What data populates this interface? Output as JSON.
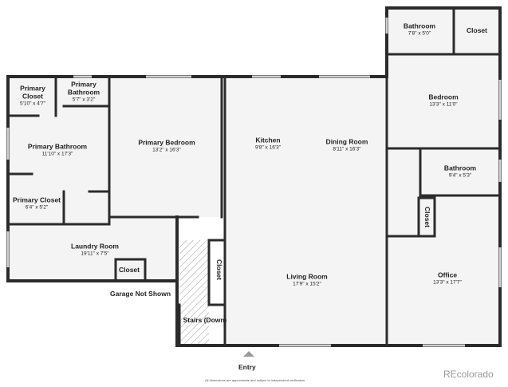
{
  "rooms": {
    "primary_closet_top": {
      "name": "Primary\nCloset",
      "dims": "5'10\" x 4'7\""
    },
    "primary_bathroom_small": {
      "name": "Primary\nBathroom",
      "dims": "5'7\" x 3'2\""
    },
    "primary_bathroom": {
      "name": "Primary Bathroom",
      "dims": "11'10\" x 17'3\""
    },
    "primary_closet": {
      "name": "Primary Closet",
      "dims": "6'4\" x 5'2\""
    },
    "primary_bedroom": {
      "name": "Primary Bedroom",
      "dims": "13'2\" x 16'3\""
    },
    "kitchen": {
      "name": "Kitchen",
      "dims": "9'8\" x 16'3\""
    },
    "dining_room": {
      "name": "Dining Room",
      "dims": "8'11\" x 16'3\""
    },
    "bathroom_top": {
      "name": "Bathroom",
      "dims": "7'8\" x 5'0\""
    },
    "closet_top": {
      "name": "Closet"
    },
    "bedroom": {
      "name": "Bedroom",
      "dims": "13'3\" x 11'0\""
    },
    "bathroom_mid": {
      "name": "Bathroom",
      "dims": "9'4\" x 5'3\""
    },
    "closet_vertical_right": {
      "name": "Closet"
    },
    "laundry_room": {
      "name": "Laundry Room",
      "dims": "19'11\" x 7'5\""
    },
    "closet_laundry": {
      "name": "Closet"
    },
    "closet_stairs": {
      "name": "Closet"
    },
    "stairs": {
      "name": "Stairs (Down)"
    },
    "living_room": {
      "name": "Living Room",
      "dims": "17'9\" x 15'2\""
    },
    "office": {
      "name": "Office",
      "dims": "13'3\" x 17'7\""
    }
  },
  "notes": {
    "garage": "Garage Not Shown",
    "entry": "Entry",
    "disclaimer": "All dimensions are approximate and subject to independent verification",
    "brand": "REcolorado"
  },
  "colors": {
    "wall": "#2b2b2b",
    "floor": "#f4f4f4",
    "window": "#cfcfcf"
  }
}
